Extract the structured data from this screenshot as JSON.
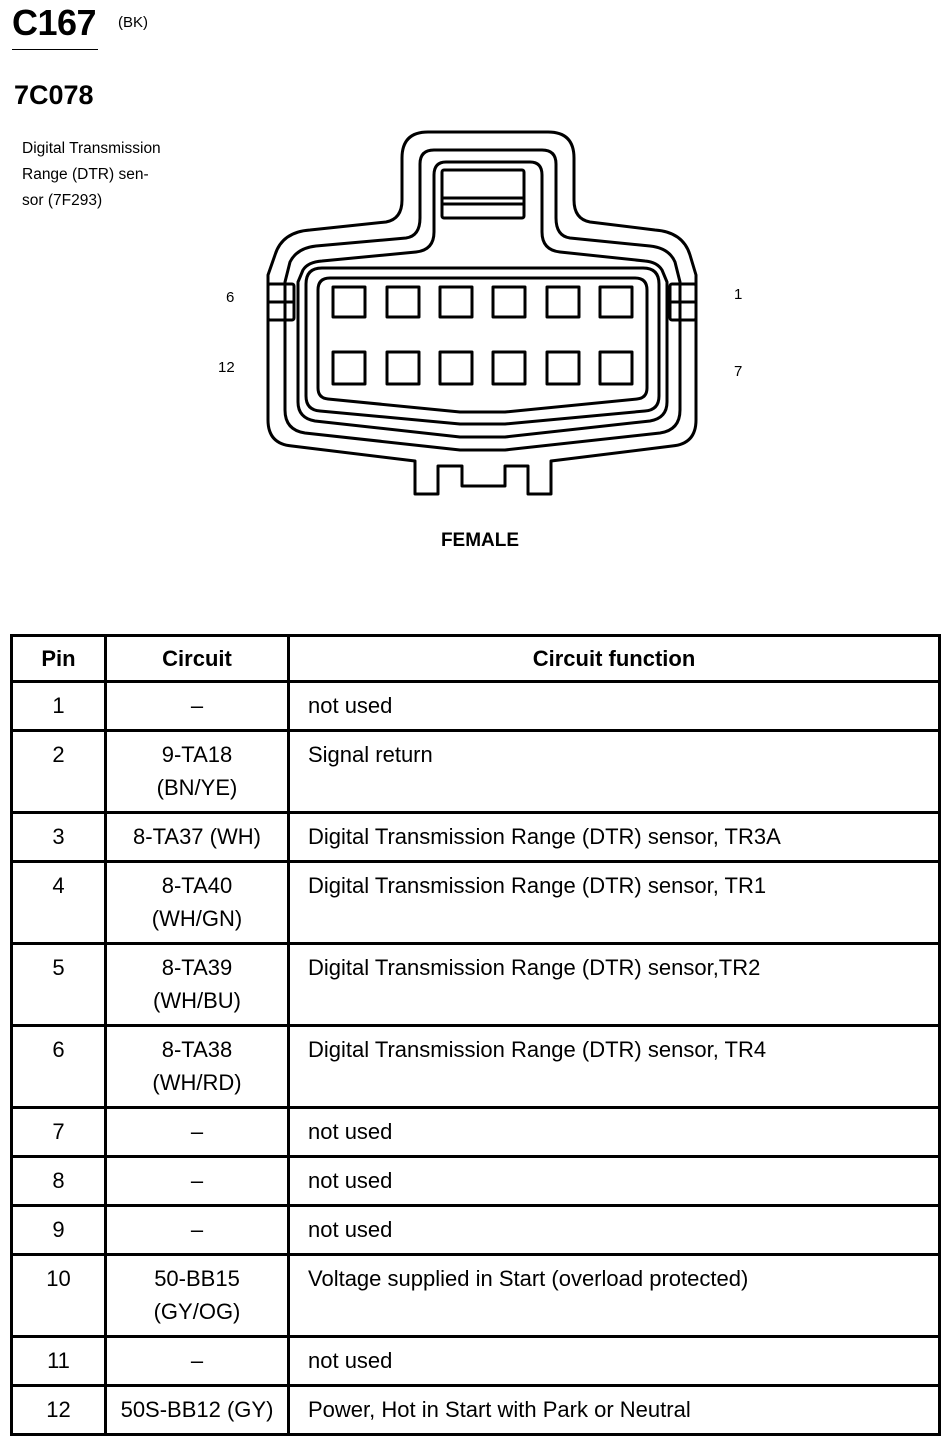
{
  "header": {
    "connector_id": "C167",
    "connector_color": "(BK)",
    "part_number": "7C078",
    "description_lines": [
      "Digital Transmission",
      "Range (DTR) sen-",
      "sor (7F293)"
    ]
  },
  "connector": {
    "pin_labels": {
      "top_left": "6",
      "bottom_left": "12",
      "top_right": "1",
      "bottom_right": "7"
    },
    "gender": "FEMALE"
  },
  "table": {
    "headers": [
      "Pin",
      "Circuit",
      "Circuit function"
    ],
    "rows": [
      {
        "pin": "1",
        "circuit_lines": [
          "–"
        ],
        "function": "not used"
      },
      {
        "pin": "2",
        "circuit_lines": [
          "9-TA18",
          "(BN/YE)"
        ],
        "function": "Signal return"
      },
      {
        "pin": "3",
        "circuit_lines": [
          "8-TA37 (WH)"
        ],
        "function": "Digital Transmission Range (DTR) sensor, TR3A"
      },
      {
        "pin": "4",
        "circuit_lines": [
          "8-TA40",
          "(WH/GN)"
        ],
        "function": "Digital Transmission Range (DTR) sensor, TR1"
      },
      {
        "pin": "5",
        "circuit_lines": [
          "8-TA39",
          "(WH/BU)"
        ],
        "function": "Digital Transmission Range (DTR) sensor,TR2"
      },
      {
        "pin": "6",
        "circuit_lines": [
          "8-TA38",
          "(WH/RD)"
        ],
        "function": "Digital Transmission Range (DTR) sensor, TR4"
      },
      {
        "pin": "7",
        "circuit_lines": [
          "–"
        ],
        "function": "not used"
      },
      {
        "pin": "8",
        "circuit_lines": [
          "–"
        ],
        "function": "not used"
      },
      {
        "pin": "9",
        "circuit_lines": [
          "–"
        ],
        "function": "not used"
      },
      {
        "pin": "10",
        "circuit_lines": [
          "50-BB15",
          "(GY/OG)"
        ],
        "function": "Voltage supplied in Start (overload protected)"
      },
      {
        "pin": "11",
        "circuit_lines": [
          "–"
        ],
        "function": "not used"
      },
      {
        "pin": "12",
        "circuit_lines": [
          "50S-BB12 (GY)"
        ],
        "function": "Power, Hot in Start with Park or Neutral"
      }
    ]
  }
}
